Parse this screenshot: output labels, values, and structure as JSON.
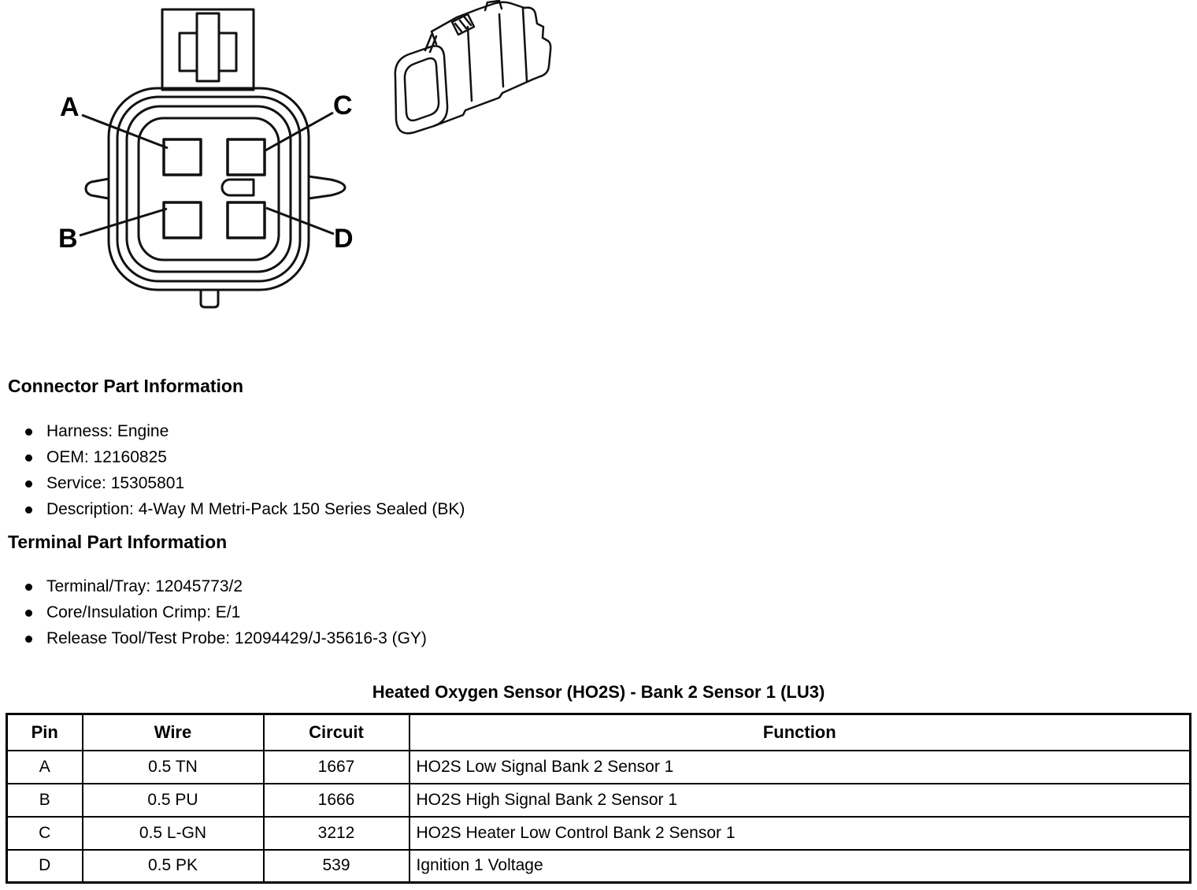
{
  "page": {
    "background": "#ffffff",
    "text_color": "#000000",
    "line_color": "#111111"
  },
  "diagram": {
    "pin_labels": {
      "a": "A",
      "b": "B",
      "c": "C",
      "d": "D"
    }
  },
  "connector_info": {
    "heading": "Connector Part Information",
    "items": [
      "Harness: Engine",
      "OEM: 12160825",
      "Service: 15305801",
      "Description: 4-Way M Metri-Pack 150 Series Sealed (BK)"
    ]
  },
  "terminal_info": {
    "heading": "Terminal Part Information",
    "items": [
      "Terminal/Tray: 12045773/2",
      "Core/Insulation Crimp: E/1",
      "Release Tool/Test Probe: 12094429/J-35616-3 (GY)"
    ]
  },
  "table": {
    "title": "Heated Oxygen Sensor (HO2S) - Bank 2 Sensor 1 (LU3)",
    "headers": [
      "Pin",
      "Wire",
      "Circuit",
      "Function"
    ],
    "rows": [
      {
        "pin": "A",
        "wire": "0.5 TN",
        "circuit": "1667",
        "function": "HO2S Low Signal Bank 2 Sensor 1"
      },
      {
        "pin": "B",
        "wire": "0.5 PU",
        "circuit": "1666",
        "function": "HO2S High Signal Bank 2 Sensor 1"
      },
      {
        "pin": "C",
        "wire": "0.5 L-GN",
        "circuit": "3212",
        "function": "HO2S Heater Low Control Bank 2 Sensor 1"
      },
      {
        "pin": "D",
        "wire": "0.5 PK",
        "circuit": "539",
        "function": "Ignition 1 Voltage"
      }
    ]
  }
}
